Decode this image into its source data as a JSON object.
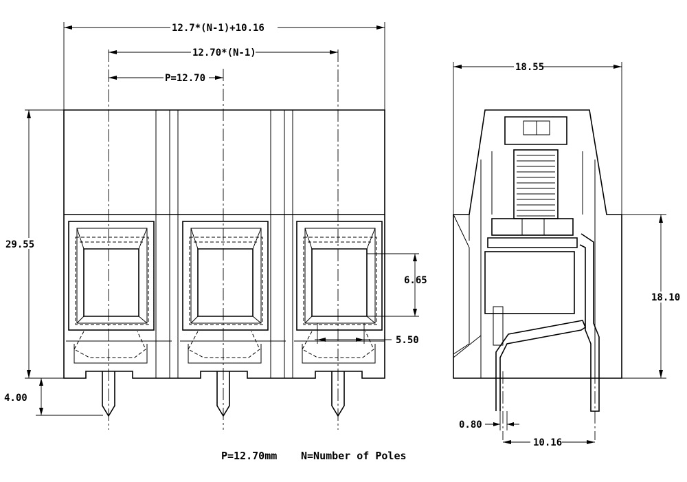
{
  "dimensions": {
    "overall_width": "12.7*(N-1)+10.16",
    "outer_pitch_span": "12.70*(N-1)",
    "pitch": "P=12.70",
    "height_total": "29.55",
    "wire_opening_height": "6.65",
    "wire_opening_width": "5.50",
    "pin_length": "4.00",
    "side_width": "18.55",
    "side_height": "18.10",
    "pin_thickness": "0.80",
    "pin_spacing": "10.16"
  },
  "caption": {
    "pitch_note": "P=12.70mm",
    "poles_note": "N=Number of Poles"
  }
}
